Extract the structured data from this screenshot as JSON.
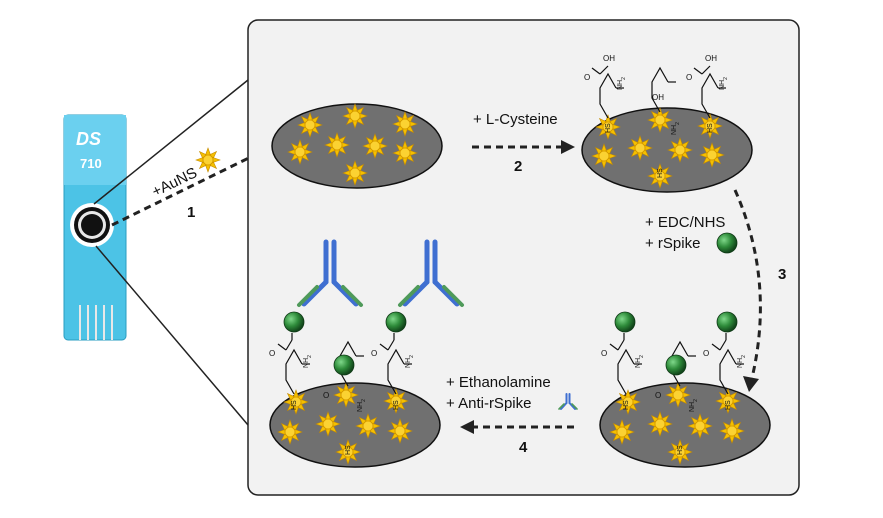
{
  "sensor": {
    "brand": "DS",
    "model": "710"
  },
  "steps": [
    {
      "number": "1",
      "reagents": [
        "+AuNS"
      ]
    },
    {
      "number": "2",
      "reagents": [
        "+ L-Cysteine"
      ]
    },
    {
      "number": "3",
      "reagents": [
        "+ EDC/NHS",
        "+ rSpike"
      ]
    },
    {
      "number": "4",
      "reagents": [
        "+ Ethanolamine",
        "+ Anti-rSpike"
      ]
    }
  ],
  "chemistry": {
    "acid": "OH",
    "carbonyl": "O",
    "thiol": "HS",
    "amine": "NH2"
  },
  "colors": {
    "electrode_fill": "#707070",
    "gold_nanostar": "#f2b705",
    "spike_protein": "#2e8b3a",
    "antibody_heavy": "#3f6fd1",
    "antibody_light": "#4f9a5a",
    "sensor_body": "#4cc3e6",
    "panel_border": "#222222"
  }
}
